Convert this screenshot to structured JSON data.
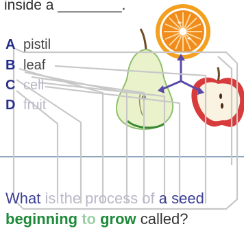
{
  "question1": {
    "text": "inside a ________."
  },
  "options": [
    {
      "letter": "A",
      "text": "pistil"
    },
    {
      "letter": "B",
      "text": "leaf"
    },
    {
      "letter": "C",
      "text": "cell"
    },
    {
      "letter": "D",
      "text": "fruit"
    }
  ],
  "question2": {
    "line1_part1": "What",
    "line1_part2": " is the process of ",
    "line1_part3": "a seed",
    "line2_part1": "beginning",
    "line2_part2": " to ",
    "line2_part3": "grow",
    "line2_part4": " called?"
  },
  "illustration": {
    "icons": [
      "orange-icon",
      "pear-icon",
      "apple-icon"
    ],
    "colors": {
      "orange": "#f08c1c",
      "pear": "#e6f0c8",
      "pear_outline": "#5aa04a",
      "apple": "#d83b3b",
      "arrow": "#5a4aa8",
      "divider": "#1a4a7a"
    }
  }
}
